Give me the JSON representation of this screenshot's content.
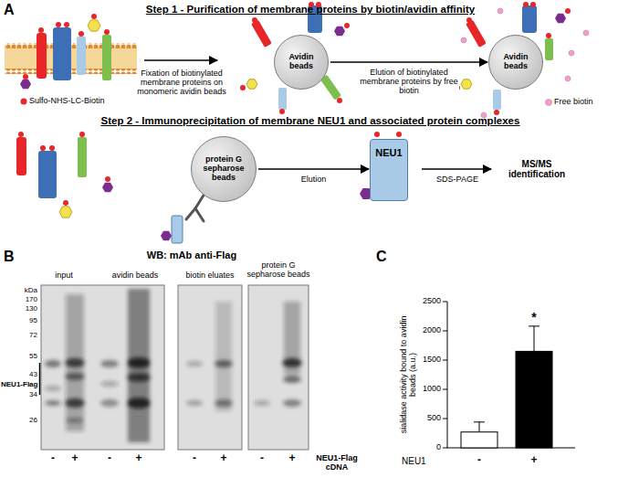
{
  "diagram": {
    "nodes": [
      {
        "text": [
          "Avidin beads"
        ]
      },
      {
        "text": [
          "Avidin beads"
        ]
      },
      {
        "text": [
          "protein G sepharose beads"
        ]
      },
      {
        "text": [
          "NEU1"
        ]
      }
    ],
    "edges": [
      {
        "from": 0,
        "to": 1,
        "arrow": "to",
        "label": "Elution of biotinylated membrane proteins by free biotin"
      },
      {
        "from": 2,
        "to": 3,
        "arrow": "to",
        "label": "Elution"
      }
    ],
    "labels": [
      "A",
      "Step 1 - Purification of membrane proteins by biotin/avidin affinity",
      "Sulfo-NHS-LC-Biotin",
      "Fixation of biotinylated membrane proteins on monomeric avidin beads",
      "Free biotin",
      "Step 2 - Immunoprecipitation of membrane NEU1 and associated protein complexes",
      "SDS-PAGE",
      "MS/MS identification",
      "B",
      "WB: mAb anti-Flag",
      "input",
      "avidin beads",
      "biotin eluates",
      "protein G sepharose beads",
      "kDa",
      "170",
      "130",
      "95",
      "72",
      "55",
      "43",
      "34",
      "26",
      "NEU1-Flag",
      "-",
      "+",
      "-",
      "+",
      "-",
      "+",
      "-",
      "+",
      "NEU1-Flag cDNA",
      "C",
      "sialidase activity bound to avidin beads (a.u.)",
      "0",
      "500",
      "1000",
      "1500",
      "2000",
      "2500",
      "*",
      "NEU1",
      "-",
      "+"
    ]
  }
}
